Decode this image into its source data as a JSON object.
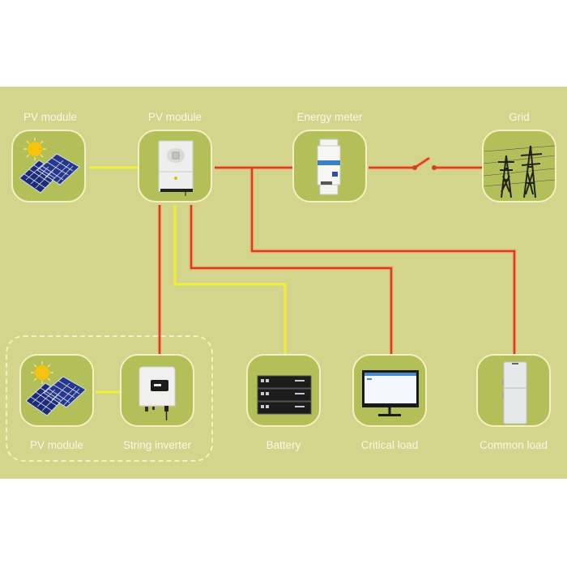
{
  "diagram": {
    "title": "Hybrid solar system wiring diagram",
    "colors": {
      "background": "#d2d58b",
      "box_fill": "#b3c05a",
      "box_border": "#f6f0c0",
      "ac_line": "#d2401c",
      "dc_line": "#f1ef3a",
      "label_text": "#fbf8e6"
    },
    "nodes": {
      "pv_module_top": {
        "label": "PV module",
        "icon": "solar-panel-icon"
      },
      "hybrid_inverter": {
        "label": "PV module",
        "icon": "hybrid-inverter-icon"
      },
      "energy_meter": {
        "label": "Energy meter",
        "icon": "energy-meter-icon"
      },
      "grid": {
        "label": "Grid",
        "icon": "power-tower-icon"
      },
      "pv_module_bottom": {
        "label": "PV module",
        "icon": "solar-panel-icon"
      },
      "string_inverter": {
        "label": "String inverter",
        "icon": "string-inverter-icon"
      },
      "battery": {
        "label": "Battery",
        "icon": "battery-stack-icon"
      },
      "critical_load": {
        "label": "Critical load",
        "icon": "monitor-icon"
      },
      "common_load": {
        "label": "Common load",
        "icon": "refrigerator-icon"
      }
    },
    "connections": [
      {
        "from": "pv_module_top",
        "to": "hybrid_inverter",
        "type": "dc"
      },
      {
        "from": "hybrid_inverter",
        "to": "energy_meter",
        "type": "ac"
      },
      {
        "from": "energy_meter",
        "to": "grid",
        "type": "ac",
        "switch": "open"
      },
      {
        "from": "hybrid_inverter",
        "to": "string_inverter",
        "type": "ac"
      },
      {
        "from": "hybrid_inverter",
        "to": "battery",
        "type": "dc"
      },
      {
        "from": "hybrid_inverter",
        "to": "critical_load",
        "type": "ac"
      },
      {
        "from": "energy_meter",
        "to": "common_load",
        "type": "ac"
      },
      {
        "from": "pv_module_bottom",
        "to": "string_inverter",
        "type": "dc"
      }
    ]
  }
}
